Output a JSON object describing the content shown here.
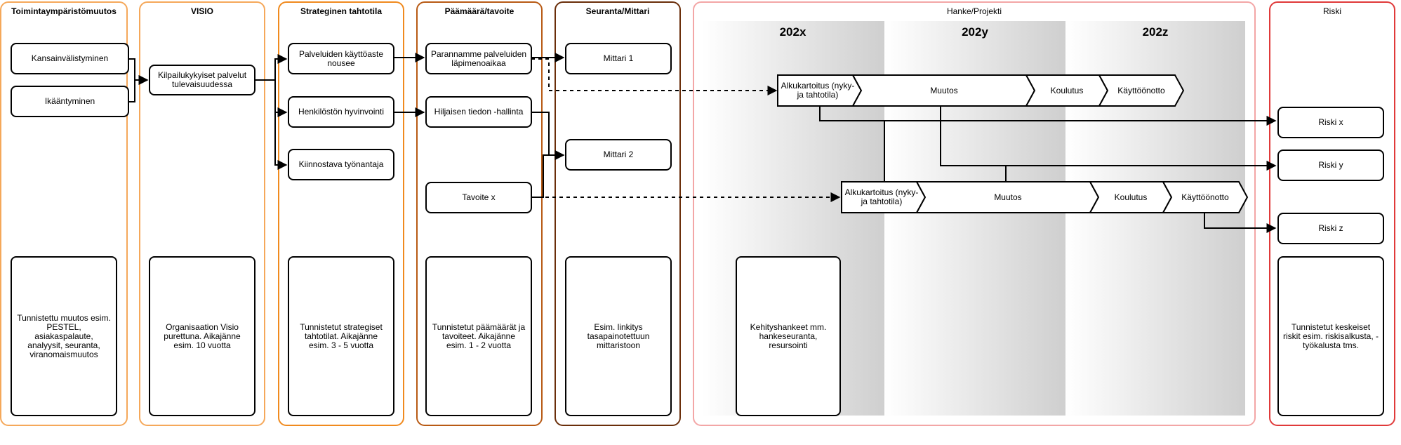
{
  "lanes": {
    "env": "Toimintaympäristömuutos",
    "vision": "VISIO",
    "strategy": "Strateginen tahtotila",
    "goals": "Päämäärä/tavoite",
    "metrics": "Seuranta/Mittari",
    "project": "Hanke/Projekti",
    "risk": "Riski"
  },
  "env_items": [
    "Kansainvälistyminen",
    "Ikääntyminen"
  ],
  "env_desc": "Tunnistettu muutos esim. PESTEL, asiakaspalaute, analyysit, seuranta, viranomaismuutos",
  "vision_item": "Kilpailukykyiset palvelut tulevaisuudessa",
  "vision_desc": "Organisaation Visio purettuna. Aikajänne esim. 10 vuotta",
  "strategy_items": [
    "Palveluiden käyttöaste nousee",
    "Henkilöstön hyvinvointi",
    "Kiinnostava työnantaja"
  ],
  "strategy_desc": "Tunnistetut strategiset tahtotilat. Aikajänne esim. 3 - 5 vuotta",
  "goal_items": [
    "Parannamme palveluiden läpimenoaikaa",
    "Hiljaisen tiedon -hallinta",
    "Tavoite x"
  ],
  "goal_desc": "Tunnistetut päämäärät ja tavoiteet. Aikajänne esim. 1 - 2 vuotta",
  "metric_items": [
    "Mittari 1",
    "Mittari 2"
  ],
  "metric_desc": "Esim. linkitys tasapainotettuun mittaristoon",
  "years": [
    "202x",
    "202y",
    "202z"
  ],
  "project_rows": [
    [
      "Alkukartoitus (nyky- ja tahtotila)",
      "Muutos",
      "Koulutus",
      "Käyttöönotto"
    ],
    [
      "Alkukartoitus (nyky- ja tahtotila)",
      "Muutos",
      "Koulutus",
      "Käyttöönotto"
    ]
  ],
  "project_desc": "Kehityshankeet mm. hankeseuranta, resursointi",
  "risk_items": [
    "Riski x",
    "Riski y",
    "Riski z"
  ],
  "risk_desc": "Tunnistetut keskeiset riskit esim. riskisalkusta, -työkalusta tms.",
  "colors": {
    "env_border": "#f5a85a",
    "vision_border": "#f5a85a",
    "strategy_border": "#f08a1e",
    "goals_border": "#b85a14",
    "metrics_border": "#6a2e0a",
    "project_border": "#f3a6a6",
    "risk_border": "#e03a3a"
  }
}
